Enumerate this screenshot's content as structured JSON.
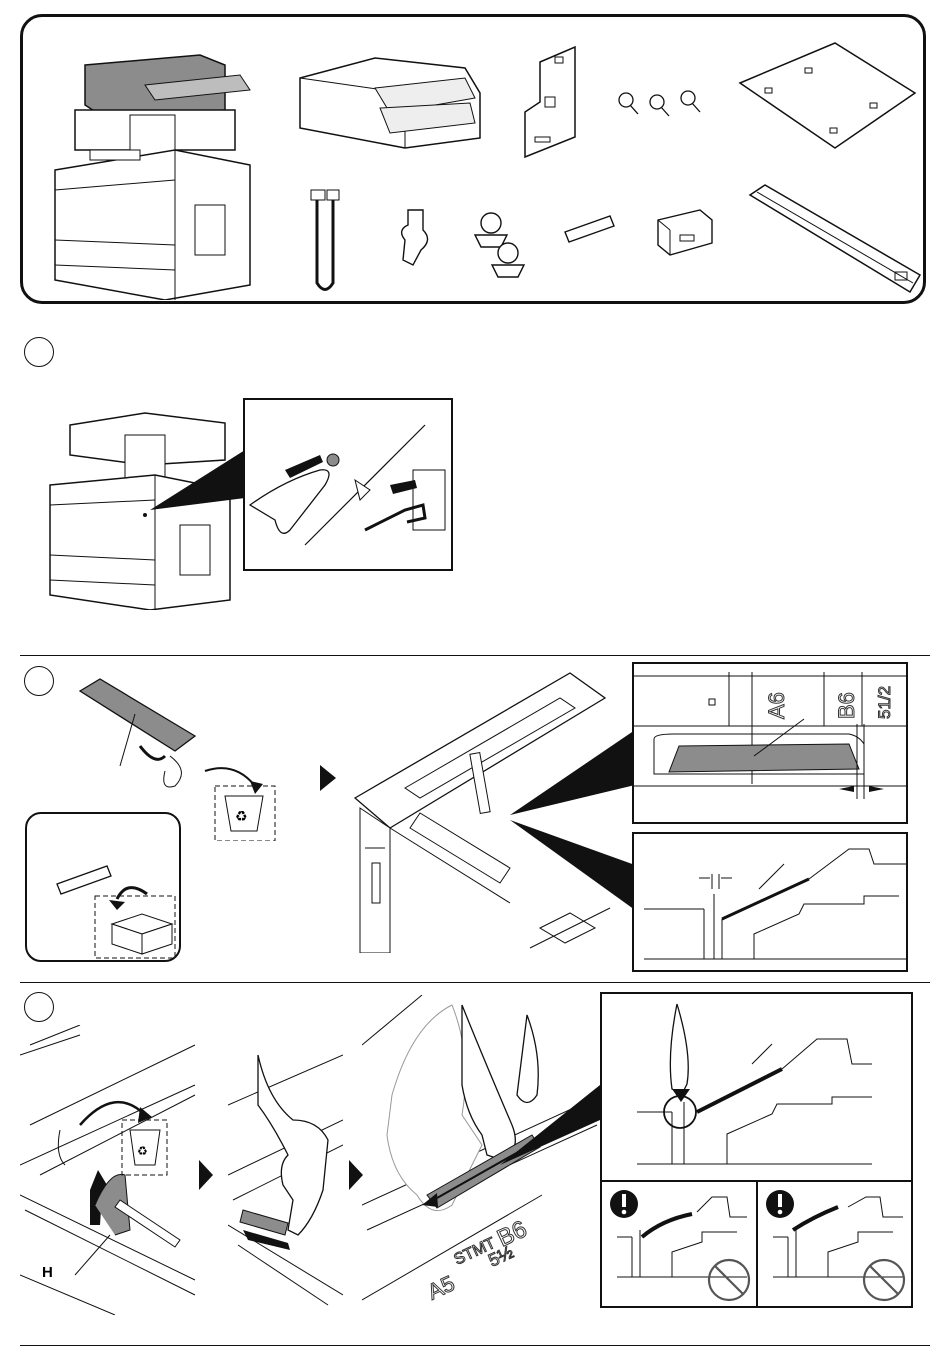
{
  "colors": {
    "line": "#111111",
    "gray": "#8c8c8c",
    "dark": "#333333",
    "light": "#bdbdbd"
  },
  "parts": {
    "items": [
      {
        "icon": "mfp-with-document-processor-icon"
      },
      {
        "icon": "document-processor-unit-icon"
      },
      {
        "icon": "mounting-bracket-icon"
      },
      {
        "icon": "screws-icon"
      },
      {
        "icon": "sheet-plate-icon"
      },
      {
        "icon": "cable-harness-icon"
      },
      {
        "icon": "cable-clamp-icon"
      },
      {
        "icon": "wire-saddles-icon"
      },
      {
        "icon": "tape-strip-icon"
      },
      {
        "icon": "cover-bracket-icon"
      },
      {
        "icon": "scanner-guide-rail-icon"
      }
    ]
  },
  "steps": [
    {
      "icon": "power-off-unplug-icon"
    },
    {
      "icon": "remove-tape-discard-icon"
    },
    {
      "icon": "attach-guide-icon"
    }
  ],
  "labels": {
    "h_marker": "H"
  },
  "paper_marks": {
    "a6": "A6",
    "b6": "B6",
    "half": "51/2",
    "b6_lower": "B6",
    "half_lower": "5½",
    "stmt": "STMT",
    "a5": "A5"
  }
}
